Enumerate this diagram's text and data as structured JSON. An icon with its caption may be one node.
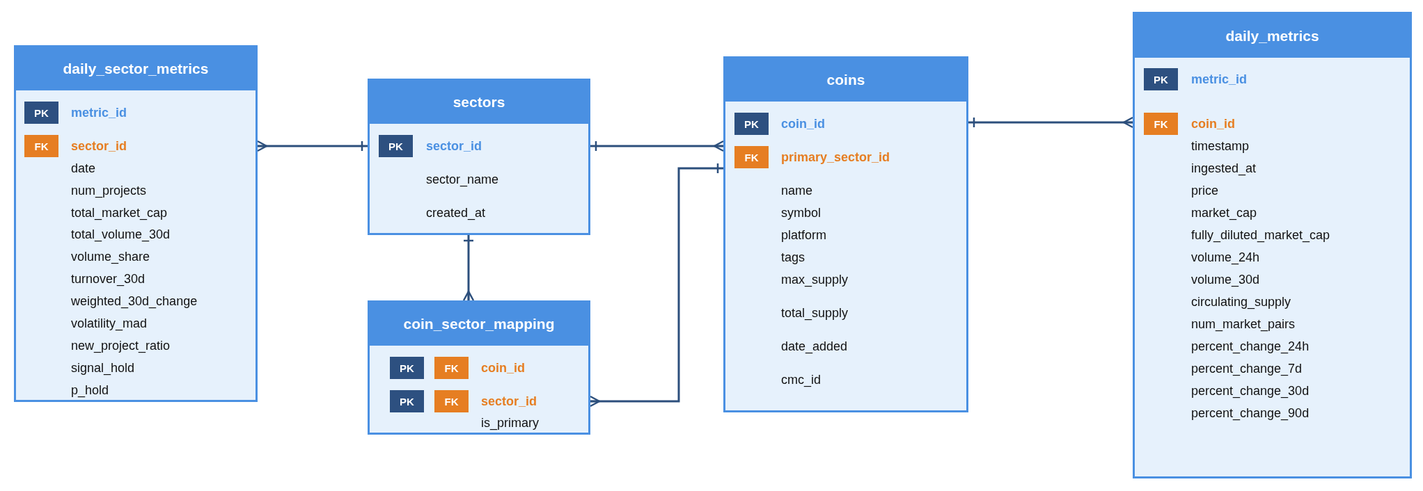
{
  "diagram": {
    "nodes": [
      {
        "text": [
          "daily_sector_metrics",
          "metric_id",
          "sector_id",
          "date",
          "num_projects",
          "total_market_cap",
          "total_volume_30d",
          "volume_share",
          "turnover_30d",
          "weighted_30d_change",
          "volatility_mad",
          "new_project_ratio",
          "signal_hold",
          "p_hold"
        ]
      },
      {
        "text": [
          "PK"
        ],
        "in": 0
      },
      {
        "text": [
          "FK"
        ],
        "in": 0
      },
      {
        "text": [
          "sectors",
          "sector_id",
          "sector_name",
          "created_at"
        ]
      },
      {
        "text": [
          "PK"
        ],
        "in": 3
      },
      {
        "text": [
          "coin_sector_mapping",
          "coin_id",
          "sector_id",
          "is_primary"
        ]
      },
      {
        "text": [
          "PK"
        ],
        "in": 5
      },
      {
        "text": [
          "FK"
        ],
        "in": 5
      },
      {
        "text": [
          "PK"
        ],
        "in": 5
      },
      {
        "text": [
          "FK"
        ],
        "in": 5
      },
      {
        "text": [
          "coins",
          "coin_id",
          "primary_sector_id",
          "name",
          "symbol",
          "platform",
          "tags",
          "max_supply",
          "total_supply",
          "date_added",
          "cmc_id"
        ]
      },
      {
        "text": [
          "PK"
        ],
        "in": 10
      },
      {
        "text": [
          "FK"
        ],
        "in": 10
      },
      {
        "text": [
          "daily_metrics",
          "metric_id",
          "coin_id",
          "timestamp",
          "ingested_at",
          "price",
          "market_cap",
          "fully_diluted_market_cap",
          "volume_24h",
          "volume_30d",
          "circulating_supply",
          "num_market_pairs",
          "percent_change_24h",
          "percent_change_7d",
          "percent_change_30d",
          "percent_change_90d"
        ]
      },
      {
        "text": [
          "PK"
        ],
        "in": 13
      },
      {
        "text": [
          "FK"
        ],
        "in": 13
      }
    ],
    "edges": [
      {
        "from": 0,
        "to": 3,
        "arrow": "other"
      },
      {
        "from": 3,
        "to": 10,
        "arrow": "other"
      },
      {
        "from": 3,
        "to": 5,
        "arrow": "other"
      },
      {
        "from": 5,
        "to": 10,
        "arrow": "other"
      },
      {
        "from": 10,
        "to": 13,
        "arrow": "other"
      }
    ]
  }
}
